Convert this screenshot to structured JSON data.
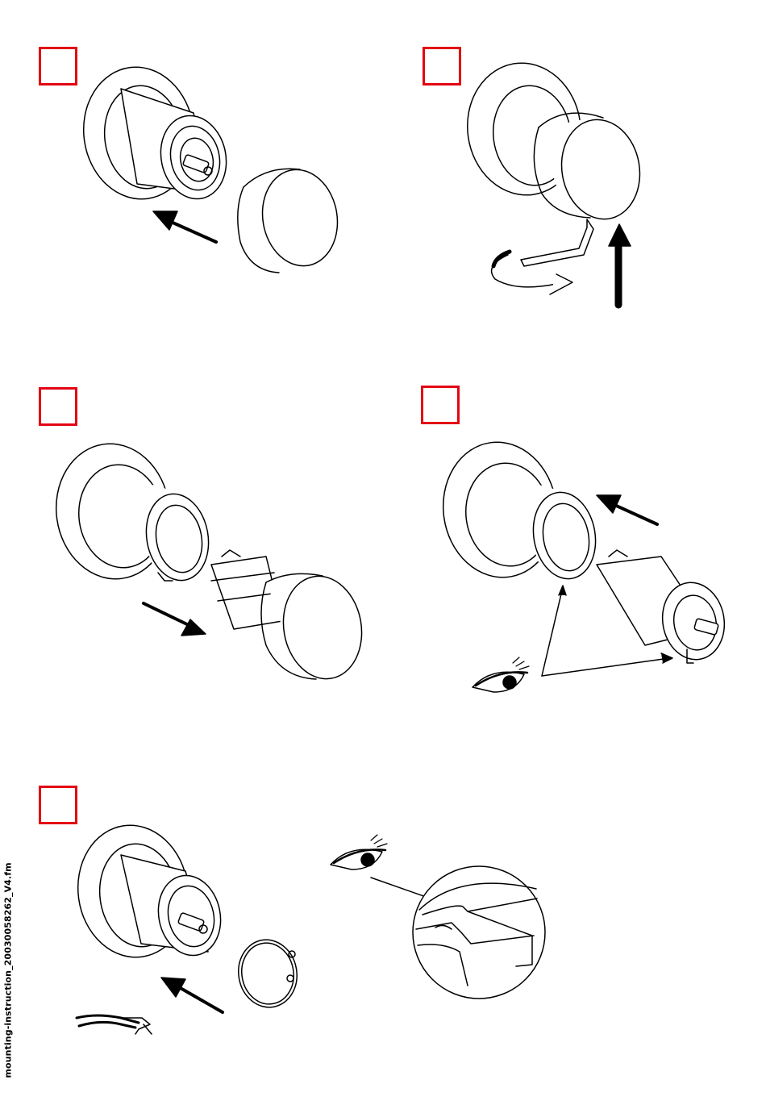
{
  "footer": {
    "filename": "mounting-instruction_20030058262_V4.fm"
  },
  "colors": {
    "step_box": "#e30613",
    "line": "#000000",
    "background": "#ffffff"
  },
  "steps": [
    {
      "id": "step-1",
      "icons": [
        "cap-icon",
        "arrow-icon"
      ]
    },
    {
      "id": "step-2",
      "icons": [
        "hex-key-icon",
        "rotate-arrow-icon",
        "arrow-up-icon"
      ]
    },
    {
      "id": "step-3",
      "icons": [
        "cartridge-icon",
        "arrow-icon"
      ]
    },
    {
      "id": "step-4",
      "icons": [
        "cartridge-icon",
        "eye-icon",
        "arrow-icon"
      ]
    },
    {
      "id": "step-5",
      "icons": [
        "retaining-ring-icon",
        "pliers-icon",
        "eye-icon",
        "detail-magnifier-icon"
      ]
    }
  ]
}
